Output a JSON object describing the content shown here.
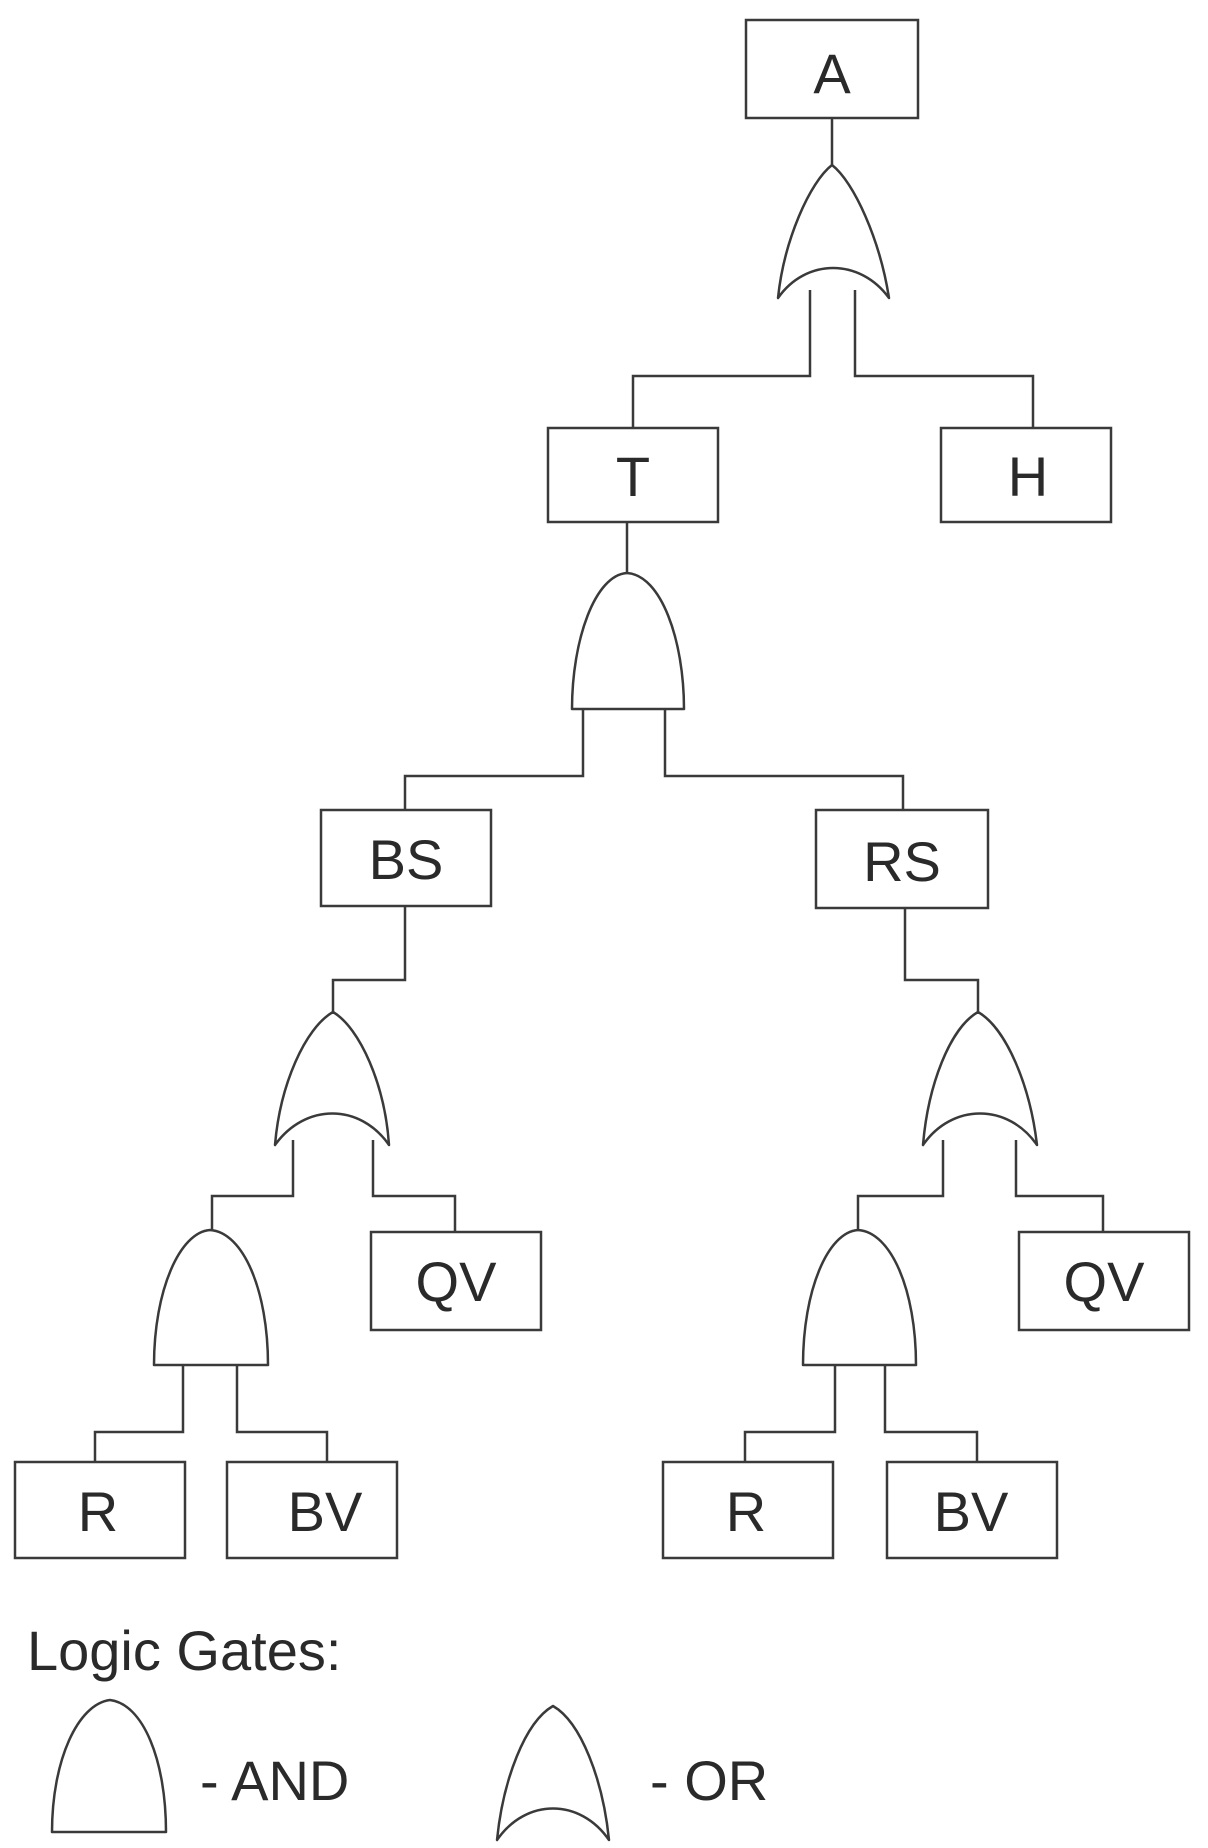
{
  "nodes": {
    "A": "A",
    "T": "T",
    "H": "H",
    "BS": "BS",
    "RS": "RS",
    "QV_left": "QV",
    "QV_right": "QV",
    "R_left": "R",
    "BV_left": "BV",
    "R_right": "R",
    "BV_right": "BV"
  },
  "gates": {
    "A": "or",
    "T": "and",
    "BS": "or",
    "RS": "or",
    "BS_sub": "and",
    "RS_sub": "and"
  },
  "legend": {
    "title": "Logic Gates:",
    "and_label": "- AND",
    "or_label": "- OR"
  }
}
